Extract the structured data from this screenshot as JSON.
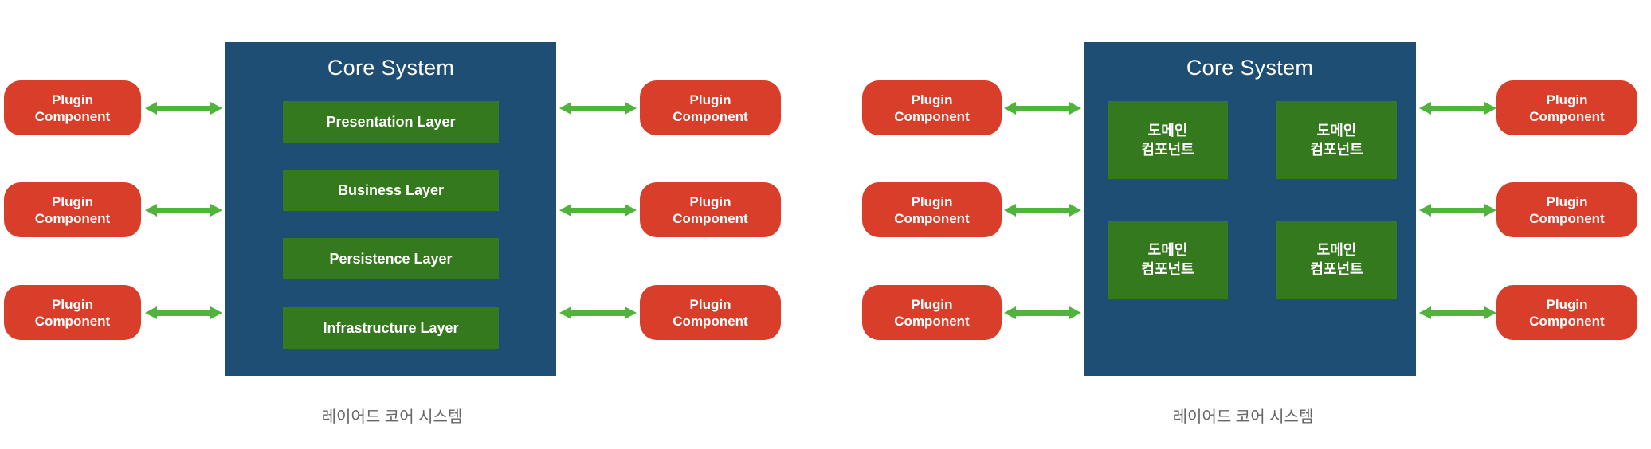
{
  "colors": {
    "background": "#ffffff",
    "core_blue": "#1f4e74",
    "layer_green": "#35791e",
    "plugin_red": "#d93e2a",
    "arrow_green": "#4fb33c",
    "caption_gray": "#666666",
    "text_white": "#ffffff"
  },
  "diagrams": [
    {
      "title": "Core System",
      "caption": "레이어드 코어 시스템",
      "layers": [
        "Presentation Layer",
        "Business Layer",
        "Persistence Layer",
        "Infrastructure Layer"
      ],
      "left_plugins": [
        {
          "line1": "Plugin",
          "line2": "Component"
        },
        {
          "line1": "Plugin",
          "line2": "Component"
        },
        {
          "line1": "Plugin",
          "line2": "Component"
        }
      ],
      "right_plugins": [
        {
          "line1": "Plugin",
          "line2": "Component"
        },
        {
          "line1": "Plugin",
          "line2": "Component"
        },
        {
          "line1": "Plugin",
          "line2": "Component"
        }
      ]
    },
    {
      "title": "Core System",
      "caption": "레이어드 코어 시스템",
      "domains": [
        {
          "line1": "도메인",
          "line2": "컴포넌트"
        },
        {
          "line1": "도메인",
          "line2": "컴포넌트"
        },
        {
          "line1": "도메인",
          "line2": "컴포넌트"
        },
        {
          "line1": "도메인",
          "line2": "컴포넌트"
        }
      ],
      "left_plugins": [
        {
          "line1": "Plugin",
          "line2": "Component"
        },
        {
          "line1": "Plugin",
          "line2": "Component"
        },
        {
          "line1": "Plugin",
          "line2": "Component"
        }
      ],
      "right_plugins": [
        {
          "line1": "Plugin",
          "line2": "Component"
        },
        {
          "line1": "Plugin",
          "line2": "Component"
        },
        {
          "line1": "Plugin",
          "line2": "Component"
        }
      ]
    }
  ]
}
